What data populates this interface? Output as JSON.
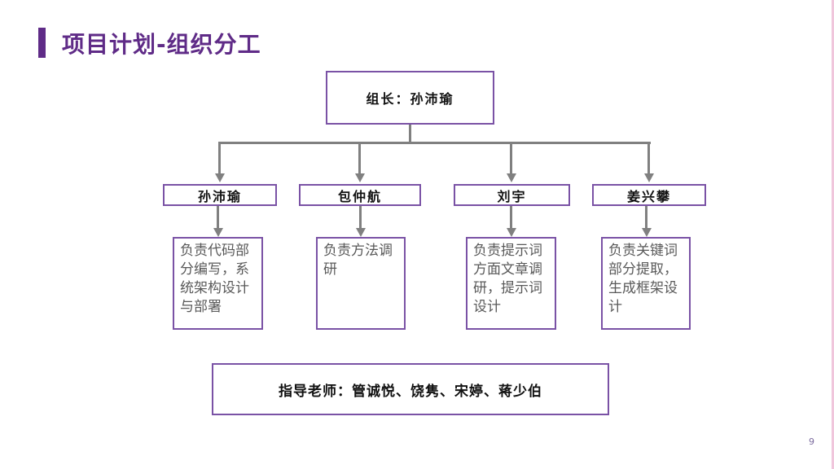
{
  "slide": {
    "title": "项目计划-组织分工",
    "page_number": "9"
  },
  "org_chart": {
    "root_label": "组长：孙沛瑜",
    "members": [
      {
        "name": "孙沛瑜",
        "duty": "负责代码部分编写，系统架构设计与部署"
      },
      {
        "name": "包仲航",
        "duty": "负责方法调研"
      },
      {
        "name": "刘宇",
        "duty": "负责提示词方面文章调研，提示词设计"
      },
      {
        "name": "姜兴攀",
        "duty": "负责关键词部分提取，生成框架设计"
      }
    ],
    "advisors_label": "指导老师：管诚悦、饶隽、宋婷、蒋少伯"
  },
  "colors": {
    "accent_purple": "#5f2b87",
    "box_border_purple": "#7a52a5",
    "connector_gray": "#808080",
    "right_edge_pink": "#f0c6dc"
  }
}
